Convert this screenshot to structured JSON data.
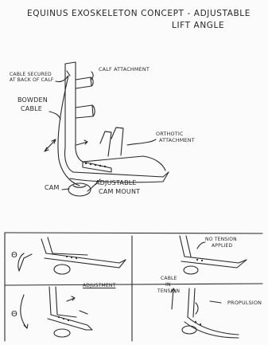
{
  "title": {
    "line1": "Equinus Exoskeleton Concept  -  Adjustable",
    "line2": "Lift Angle"
  },
  "labels": {
    "cable_secured_1": "Cable secured",
    "cable_secured_2": "at back of calf",
    "calf_attachment": "Calf Attachment",
    "bowden_1": "Bowden",
    "bowden_2": "Cable",
    "orthotic_1": "Orthotic",
    "orthotic_2": "Attachment",
    "cam": "Cam",
    "adjustable_mount_1": "Adjustable",
    "adjustable_mount_2": "Cam Mount"
  },
  "panels": {
    "theta_top": "θ",
    "theta_bottom": "θ",
    "no_tension_1": "No Tension",
    "no_tension_2": "Applied",
    "adjustment": "Adjustment",
    "cable_in_tension_1": "Cable",
    "cable_in_tension_2": "in",
    "cable_in_tension_3": "Tension",
    "propulsion": "Propulsion"
  }
}
